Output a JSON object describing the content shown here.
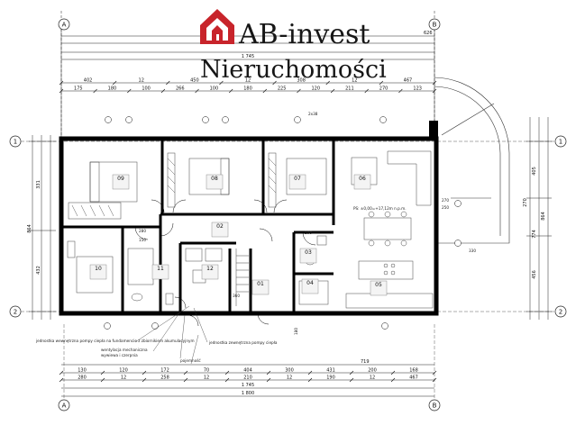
{
  "brand": {
    "name": "AB-invest",
    "subtitle": "Nieruchomości",
    "logo_color": "#c8242b"
  },
  "axes": {
    "columns": [
      "A",
      "B"
    ],
    "rows": [
      "1",
      "2"
    ]
  },
  "rooms": [
    "01",
    "02",
    "03",
    "04",
    "05",
    "06",
    "07",
    "08",
    "09",
    "10",
    "11",
    "12"
  ],
  "level_note": "PS: ±0,00=+17,12m n.p.m.",
  "top_dims": {
    "overall": "1 745",
    "row3": [
      "402",
      "12",
      "450",
      "12",
      "308",
      "12",
      "467"
    ],
    "row4": [
      "175",
      "180",
      "100",
      "266",
      "100",
      "180",
      "225",
      "120",
      "211",
      "270",
      "123"
    ],
    "side": "626"
  },
  "bottom_dims": {
    "row1": [
      "130",
      "120",
      "172",
      "70",
      "404",
      "300",
      "431",
      "200",
      "168"
    ],
    "row2": [
      "280",
      "12",
      "258",
      "12",
      "210",
      "12",
      "190",
      "12",
      "467"
    ],
    "overall_inner": "1 745",
    "overall": "1 800",
    "mid": "719"
  },
  "left_dims": [
    "864",
    "331",
    "432"
  ],
  "right_dims": [
    "864",
    "405",
    "774",
    "270",
    "456"
  ],
  "annotations": {
    "ann1": "jednostka wewnętrzna pompy ciepła na fundamencie z zbiornikiem akumulacyjnym",
    "ann2": "jednostka zewnętrzna pompy ciepła",
    "ann3": "wywiewa i czerpnia",
    "ann4": "wentylacja mechaniczna",
    "ann5": "pojemność"
  },
  "misc_labels": {
    "slope": "2x38",
    "dim_270": "270",
    "dim_250": "250",
    "dim_330": "330",
    "dim_180": "180",
    "dim_150": "150",
    "dim_280": "280",
    "dim_200": "200",
    "dim_360": "360"
  }
}
